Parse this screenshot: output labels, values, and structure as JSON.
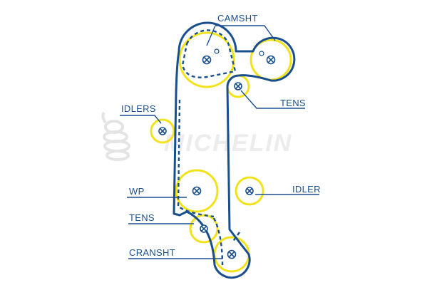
{
  "labels": {
    "camshaft": "CAMSHT",
    "idlers": "IDLERS",
    "tensioner_top": "TENS",
    "water_pump": "WP",
    "idler_right": "IDLER",
    "tensioner_bottom": "TENS",
    "crankshaft": "CRANSHT"
  },
  "watermark": {
    "text": "MICHELIN"
  },
  "colors": {
    "belt": "#1a4f8e",
    "pulley": "#f2e21c",
    "leader": "#1a4f8e",
    "label": "#1a4f8e",
    "watermark": "#ececec"
  }
}
